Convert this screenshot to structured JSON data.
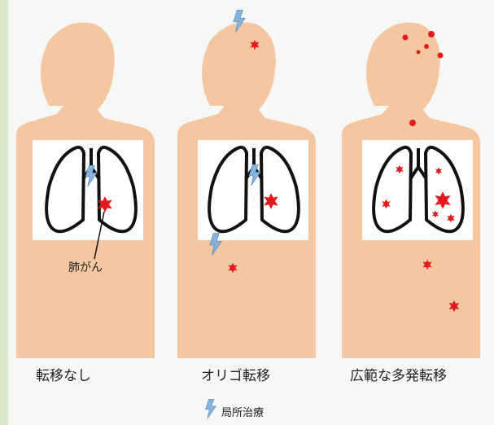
{
  "colors": {
    "skin": "#f4c7a1",
    "chest_panel": "#ffffff",
    "lung_outline": "#111111",
    "tumor": "#e11b1b",
    "lightning": "#86b4dc",
    "left_border": "#d7e9c9"
  },
  "figures": [
    {
      "id": "no-metastasis",
      "caption": "転移なし"
    },
    {
      "id": "oligo-metastasis",
      "caption": "オリゴ転移"
    },
    {
      "id": "extensive-metastasis",
      "caption": "広範な多発転移"
    }
  ],
  "labels": {
    "lung_cancer": "肺がん"
  },
  "legend": {
    "icon": "lightning-bolt-icon",
    "label": "局所治療"
  }
}
